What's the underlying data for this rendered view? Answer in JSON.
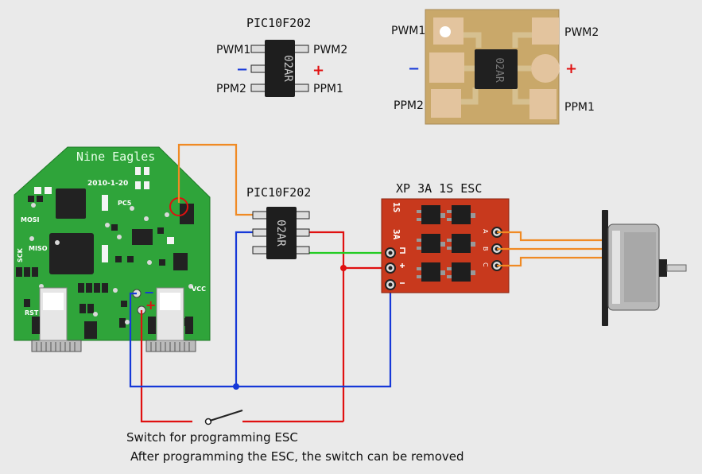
{
  "top_pinout": {
    "title": "PIC10F202",
    "chip_marking": "02AR",
    "pin_pwm1": "PWM1",
    "pin_pwm2": "PWM2",
    "pin_ppm2": "PPM2",
    "pin_ppm1": "PPM1",
    "minus": "−",
    "plus": "+"
  },
  "photo": {
    "chip_marking": "02AR",
    "pin_pwm1": "PWM1",
    "pin_pwm2": "PWM2",
    "pin_ppm2": "PPM2",
    "pin_ppm1": "PPM1",
    "minus": "−",
    "plus": "+"
  },
  "board": {
    "brand": "Nine Eagles",
    "date": "2010-1-20",
    "label_pc5": "PC5",
    "label_mosi": "MOSI",
    "label_sck": "SCK",
    "label_miso": "MISO",
    "label_rst": "RST",
    "label_vcc": "VCC",
    "minus": "−",
    "plus": "+"
  },
  "mid_chip": {
    "title": "PIC10F202",
    "chip_marking": "02AR"
  },
  "esc": {
    "title": "XP 3A 1S ESC",
    "label_1s": "1S",
    "label_3a": "3A",
    "label_a": "A",
    "label_b": "B",
    "label_c": "C"
  },
  "captions": {
    "switch": "Switch for programming ESC",
    "removal_note": "After programming the ESC, the switch can be removed"
  },
  "colors": {
    "signal_orange": "#f08a24",
    "power_red": "#e01010",
    "ground_blue": "#1638d8",
    "signal_green": "#22cc22",
    "board_green": "#2fa43a",
    "esc_red": "#c8391d"
  }
}
